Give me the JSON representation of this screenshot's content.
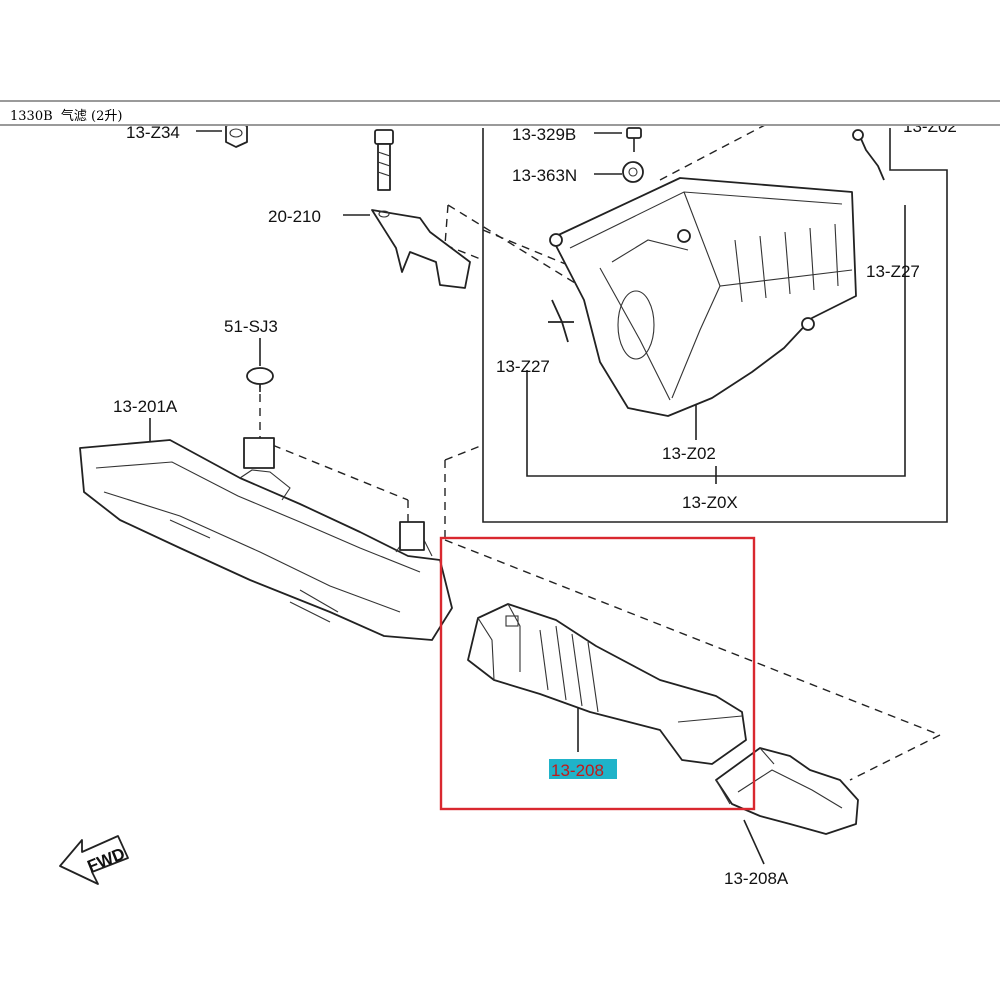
{
  "header": {
    "title": "1330B  气滤 (2升)"
  },
  "labels": {
    "p13_z34": "13-Z34",
    "p13_329b": "13-329B",
    "p13_363n": "13-363N",
    "p13_z02_top": "13-Z02",
    "p20_210": "20-210",
    "p13_z27_right": "13-Z27",
    "p51_sj3": "51-SJ3",
    "p13_z27_left": "13-Z27",
    "p13_201a": "13-201A",
    "p13_z02": "13-Z02",
    "p13_z0x": "13-Z0X",
    "p13_208": "13-208",
    "p13_208a": "13-208A",
    "fwd": "FWD"
  },
  "colors": {
    "highlight_box": "#d9282f",
    "highlight_label_bg": "#1fb3c9",
    "highlight_label_text": "#c21a1a",
    "line": "#222222"
  }
}
